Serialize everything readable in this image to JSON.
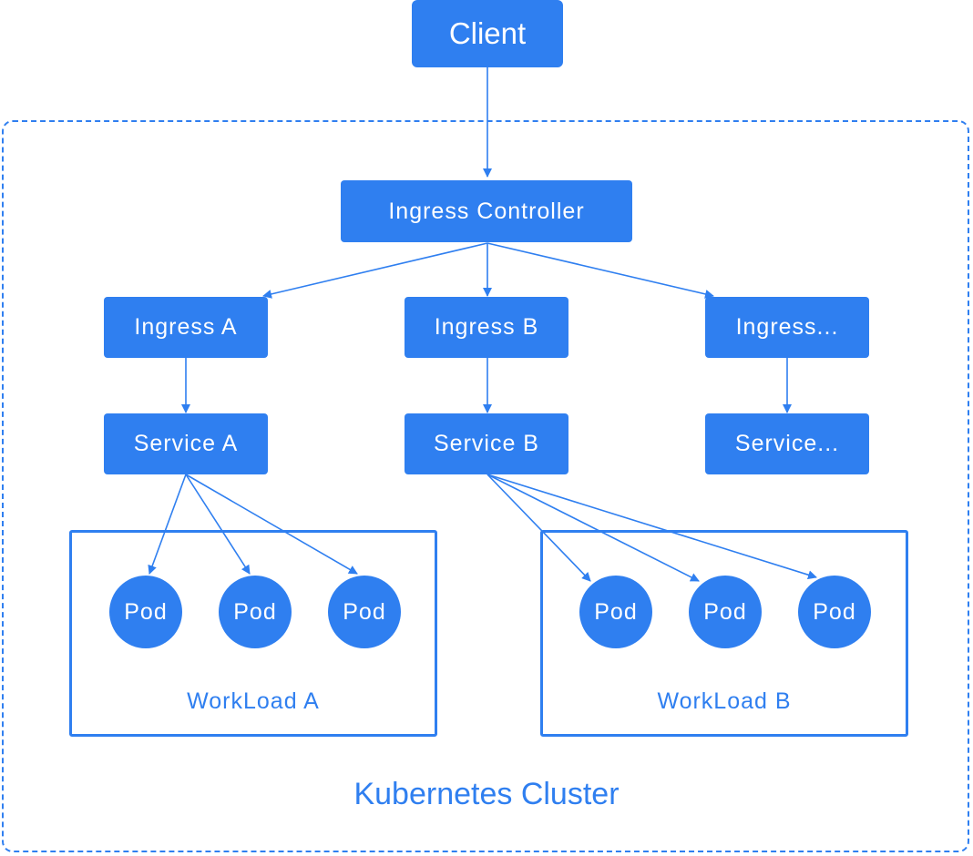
{
  "diagram": {
    "client": "Client",
    "ingress_controller": "Ingress Controller",
    "ingresses": [
      "Ingress A",
      "Ingress B",
      "Ingress..."
    ],
    "services": [
      "Service A",
      "Service B",
      "Service..."
    ],
    "workload_a": {
      "label": "WorkLoad A",
      "pods": [
        "Pod",
        "Pod",
        "Pod"
      ]
    },
    "workload_b": {
      "label": "WorkLoad B",
      "pods": [
        "Pod",
        "Pod",
        "Pod"
      ]
    },
    "cluster_label": "Kubernetes Cluster",
    "colors": {
      "primary": "#2f7ff0",
      "text_on_primary": "#ffffff",
      "background": "#ffffff"
    }
  }
}
